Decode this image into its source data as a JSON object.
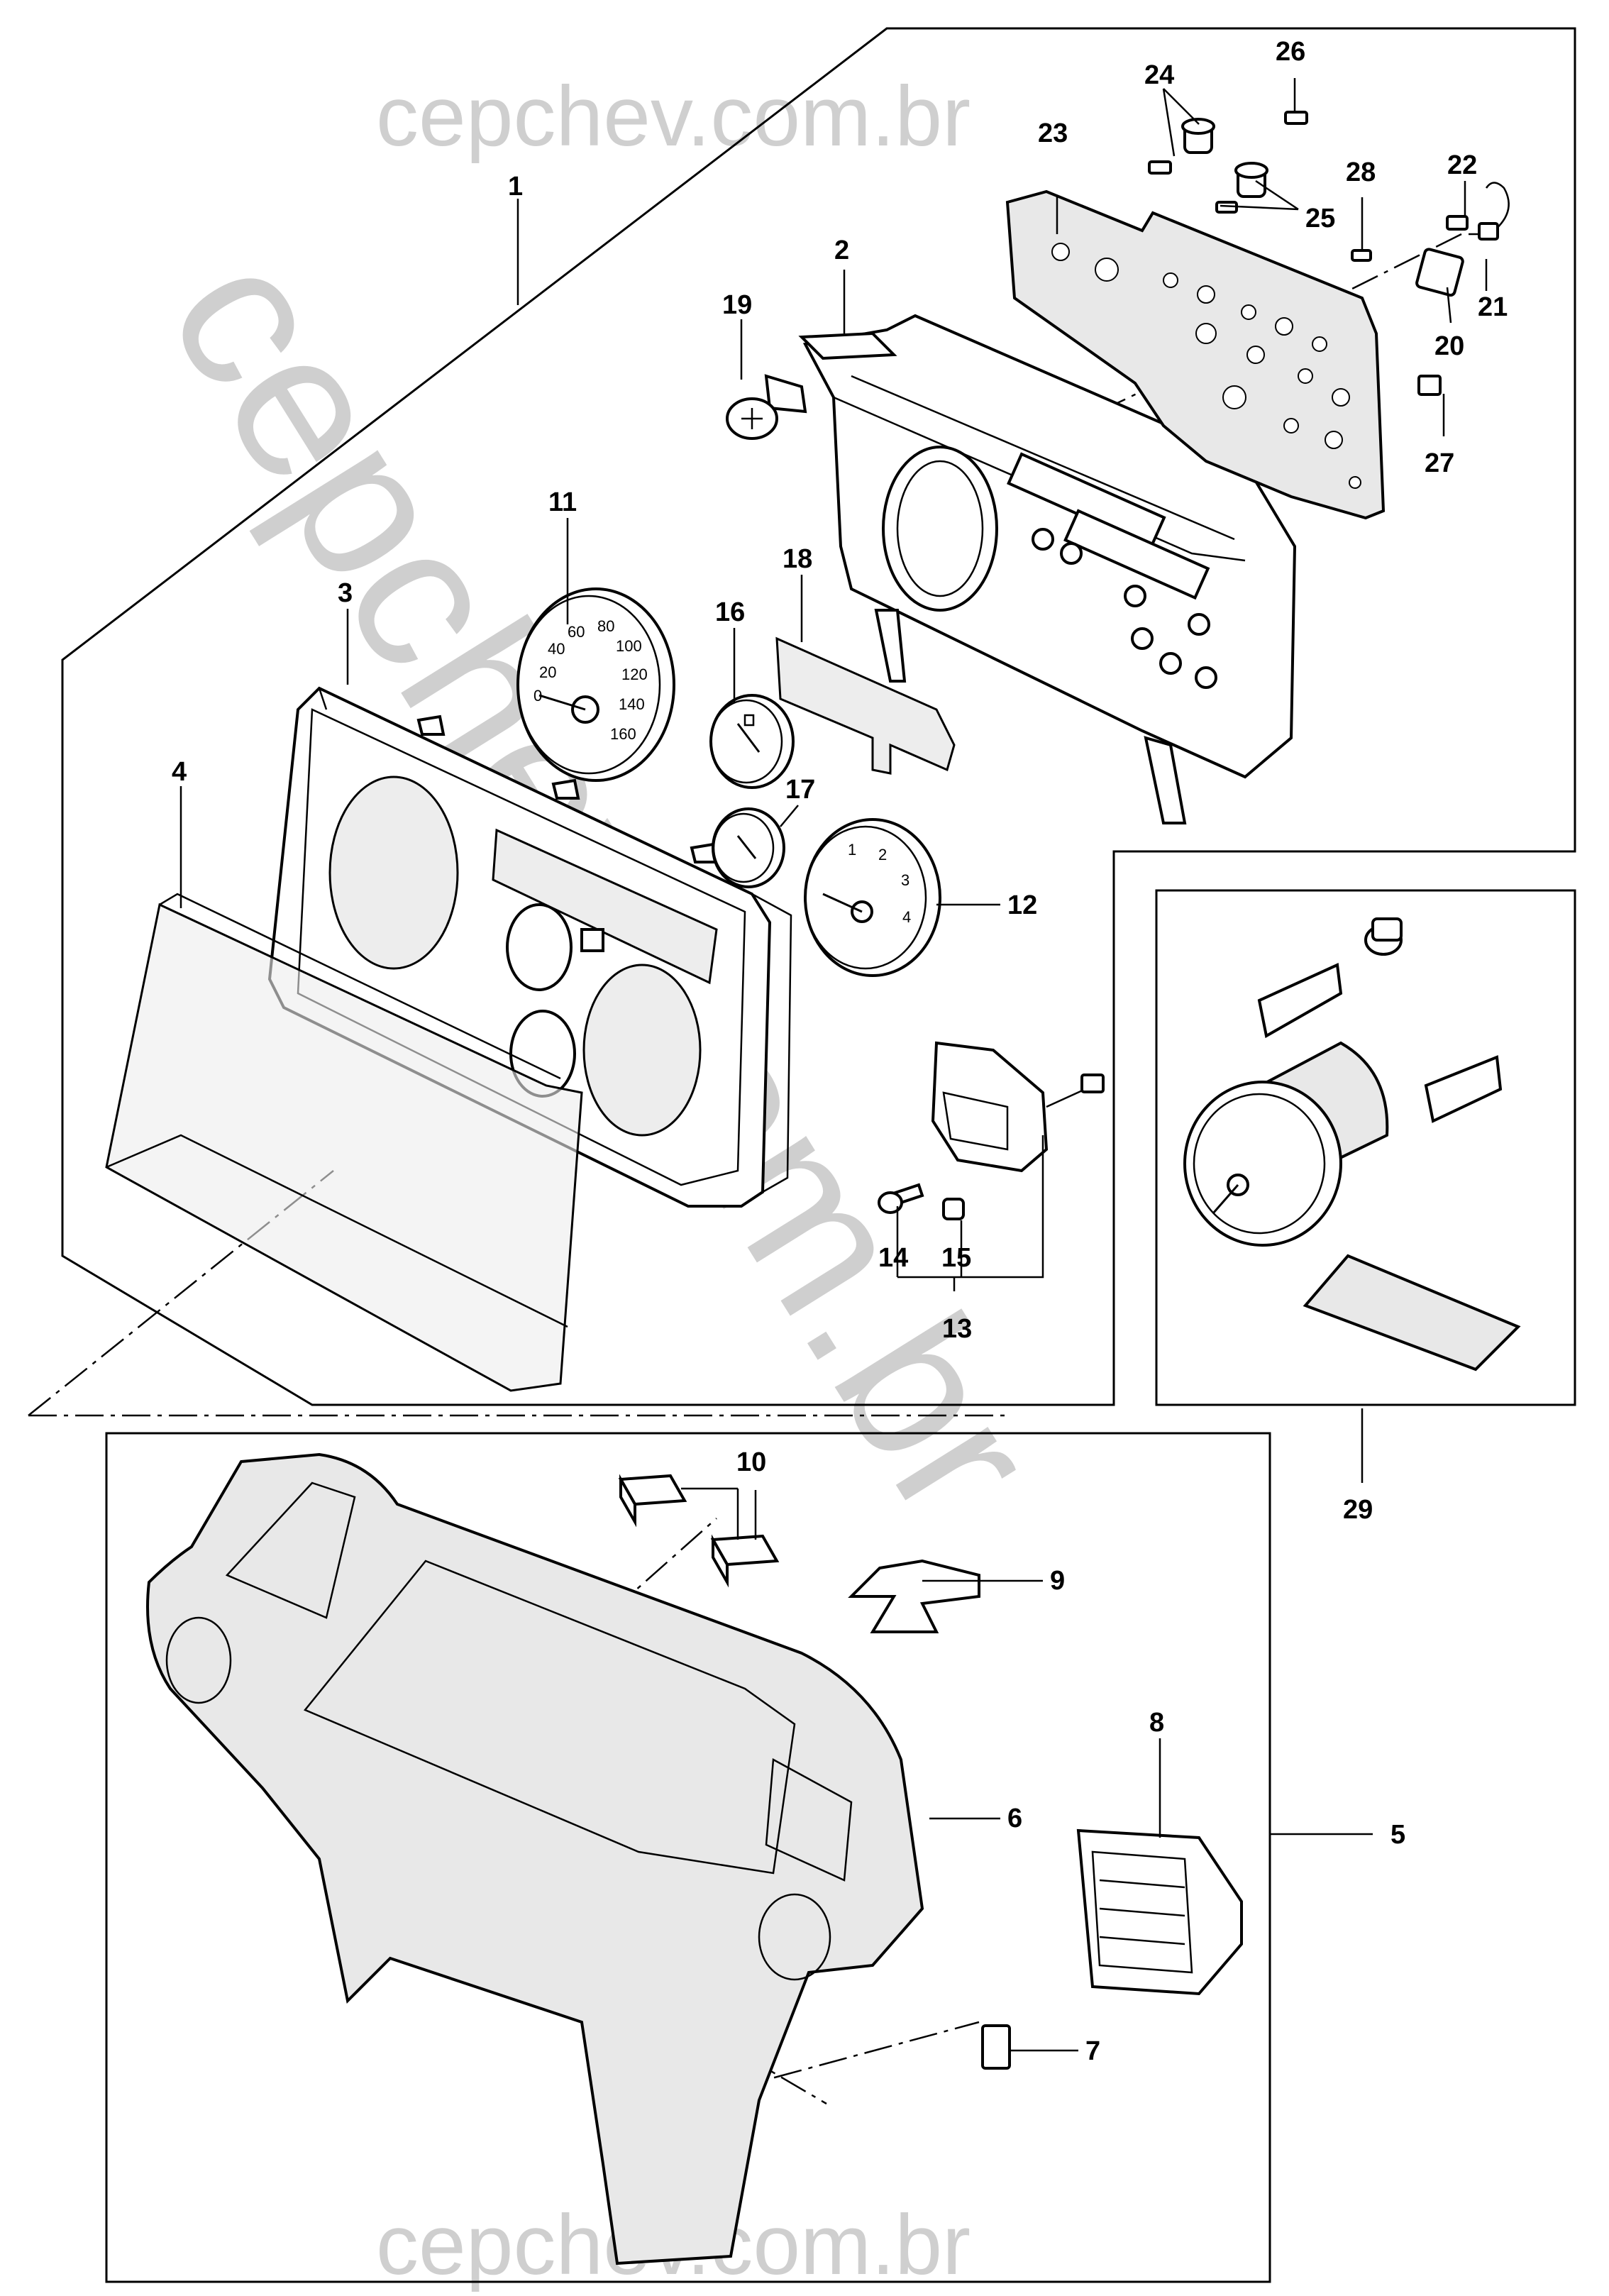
{
  "watermark": {
    "top": "cepchev.com.br",
    "diagonal": "cepchev.com.br",
    "bottom": "cepchev.com.br"
  },
  "callouts": {
    "c1": "1",
    "c2": "2",
    "c3": "3",
    "c4": "4",
    "c5": "5",
    "c6": "6",
    "c7": "7",
    "c8": "8",
    "c9": "9",
    "c10": "10",
    "c11": "11",
    "c12": "12",
    "c13": "13",
    "c14": "14",
    "c15": "15",
    "c16": "16",
    "c17": "17",
    "c18": "18",
    "c19": "19",
    "c20": "20",
    "c21": "21",
    "c22": "22",
    "c23": "23",
    "c24": "24",
    "c25": "25",
    "c26": "26",
    "c27": "27",
    "c28": "28",
    "c29": "29"
  },
  "speedometer_scale": [
    "0",
    "20",
    "40",
    "60",
    "80",
    "100",
    "120",
    "140",
    "160"
  ],
  "tachometer_scale": [
    "1",
    "2",
    "3",
    "4"
  ]
}
